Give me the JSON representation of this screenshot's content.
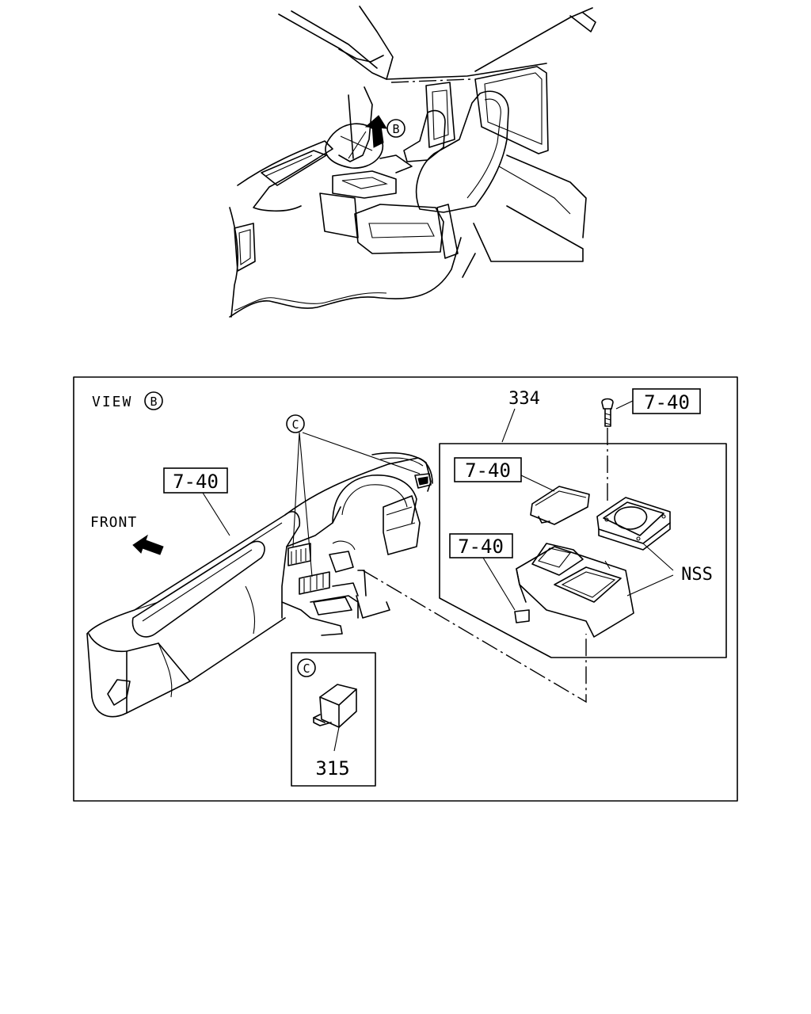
{
  "top_view": {
    "view_marker_letter": "B"
  },
  "detail_view": {
    "view_label": "VIEW",
    "view_letter": "B",
    "front_label": "FRONT",
    "callout_c_letter": "C",
    "ref_dash_left": "7-40",
    "part_334": "334",
    "ref_bolt": "7-40",
    "ref_lid": "7-40",
    "ref_console": "7-40",
    "nss_label": "NSS",
    "inset": {
      "letter": "C",
      "part_number": "315"
    }
  }
}
